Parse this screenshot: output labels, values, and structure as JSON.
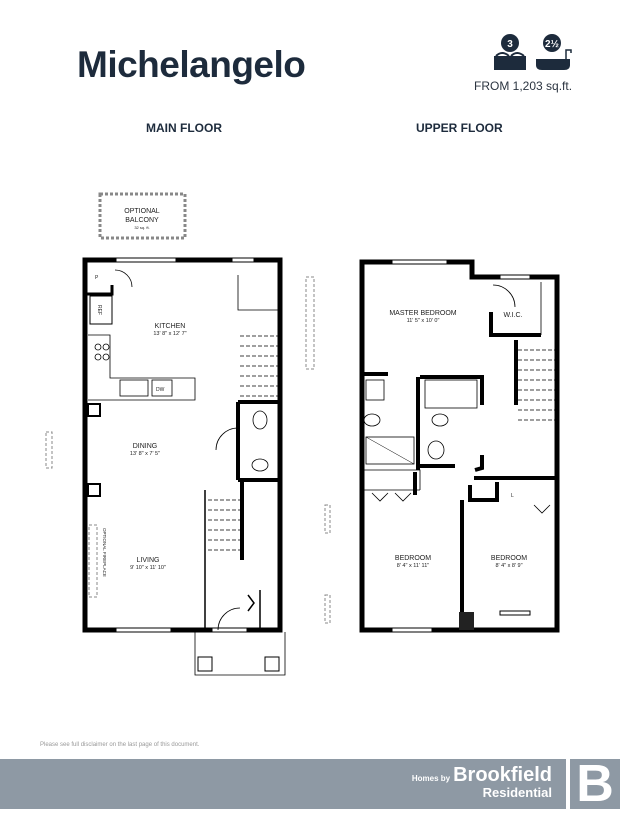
{
  "header": {
    "title": "Michelangelo",
    "bedrooms": "3",
    "bathrooms": "2½",
    "size_text": "FROM 1,203 sq.ft.",
    "icons": [
      "bed-icon",
      "bathtub-icon"
    ]
  },
  "main_floor": {
    "heading": "MAIN FLOOR",
    "balcony_label": "OPTIONAL",
    "balcony_label2": "BALCONY",
    "balcony_size": "32 sq. ft.",
    "pantry": "P",
    "fridge": "REF",
    "dishwasher": "DW",
    "fireplace": "OPTIONAL FIREPLACE",
    "rooms": [
      {
        "name": "KITCHEN",
        "size": "13' 8\" x 12' 7\""
      },
      {
        "name": "DINING",
        "size": "13' 8\" x 7' 5\""
      },
      {
        "name": "LIVING",
        "size": "9' 10\" x 11' 10\""
      }
    ]
  },
  "upper_floor": {
    "heading": "UPPER FLOOR",
    "wic": "W.I.C.",
    "linen": "L",
    "rooms": [
      {
        "name": "MASTER BEDROOM",
        "size": "11' 5\" x 10' 0\""
      },
      {
        "name": "BEDROOM",
        "size": "8' 4\" x 11' 11\""
      },
      {
        "name": "BEDROOM",
        "size": "8' 4\" x 8' 9\""
      }
    ]
  },
  "footer": {
    "disclaimer": "Please see full disclaimer on the last page of this document.",
    "homes_by": "Homes by",
    "brand": "Brookfield",
    "brand_sub": "Residential",
    "logo_letter": "B"
  },
  "colors": {
    "title": "#1d2b3c",
    "band": "#8e99a4"
  }
}
